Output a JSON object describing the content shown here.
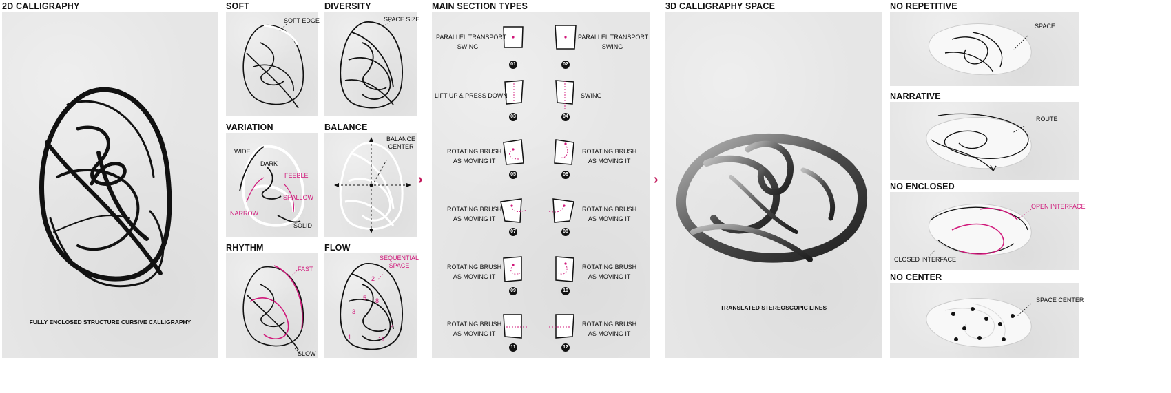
{
  "arrow_color": "#c2185b",
  "accent_color": "#d0187a",
  "calligraphy": {
    "title": "2D CALLIGRAPHY",
    "caption": "FULLY ENCLOSED STRUCTURE CURSIVE CALLIGRAPHY"
  },
  "soft": {
    "title": "SOFT",
    "label": "SOFT EDGE"
  },
  "diversity": {
    "title": "DIVERSITY",
    "label": "SPACE SIZE"
  },
  "variation": {
    "title": "VARIATION",
    "wide": "WIDE",
    "dark": "DARK",
    "feeble": "FEEBLE",
    "shallow": "SHALLOW",
    "narrow": "NARROW",
    "solid": "SOLID"
  },
  "balance": {
    "title": "BALANCE",
    "label1": "BALANCE",
    "label2": "CENTER"
  },
  "rhythm": {
    "title": "RHYTHM",
    "fast": "FAST",
    "slow": "SLOW"
  },
  "flow": {
    "title": "FLOW",
    "label1": "SEQUENTIAL",
    "label2": "SPACE",
    "nums": [
      "2",
      "3",
      "5",
      "8",
      "1",
      "11",
      "4"
    ]
  },
  "sections": {
    "title": "MAIN SECTION TYPES",
    "rows": [
      {
        "left": [
          "PARALLEL TRANSPORT",
          "SWING"
        ],
        "right": [
          "PARALLEL TRANSPORT",
          "SWING"
        ],
        "nums": [
          "01",
          "02"
        ]
      },
      {
        "left": [
          "LIFT UP & PRESS DOWN"
        ],
        "right": [
          "SWING"
        ],
        "nums": [
          "03",
          "04"
        ]
      },
      {
        "left": [
          "ROTATING BRUSH",
          "AS MOVING IT"
        ],
        "right": [
          "ROTATING BRUSH",
          "AS MOVING IT"
        ],
        "nums": [
          "05",
          "06"
        ]
      },
      {
        "left": [
          "ROTATING BRUSH",
          "AS MOVING IT"
        ],
        "right": [
          "ROTATING BRUSH",
          "AS MOVING IT"
        ],
        "nums": [
          "07",
          "08"
        ]
      },
      {
        "left": [
          "ROTATING BRUSH",
          "AS MOVING IT"
        ],
        "right": [
          "ROTATING BRUSH",
          "AS MOVING IT"
        ],
        "nums": [
          "09",
          "10"
        ]
      },
      {
        "left": [
          "ROTATING BRUSH",
          "AS MOVING IT"
        ],
        "right": [
          "ROTATING BRUSH",
          "AS MOVING IT"
        ],
        "nums": [
          "11",
          "12"
        ]
      }
    ]
  },
  "space": {
    "title": "3D CALLIGRAPHY SPACE",
    "caption": "TRANSLATED STEREOSCOPIC LINES"
  },
  "no_repetitive": {
    "title": "NO REPETITIVE",
    "label": "SPACE"
  },
  "narrative": {
    "title": "NARRATIVE",
    "label": "ROUTE"
  },
  "no_enclosed": {
    "title": "NO ENCLOSED",
    "open": "OPEN INTERFACE",
    "closed": "CLOSED INTERFACE"
  },
  "no_center": {
    "title": "NO CENTER",
    "label": "SPACE CENTER"
  }
}
